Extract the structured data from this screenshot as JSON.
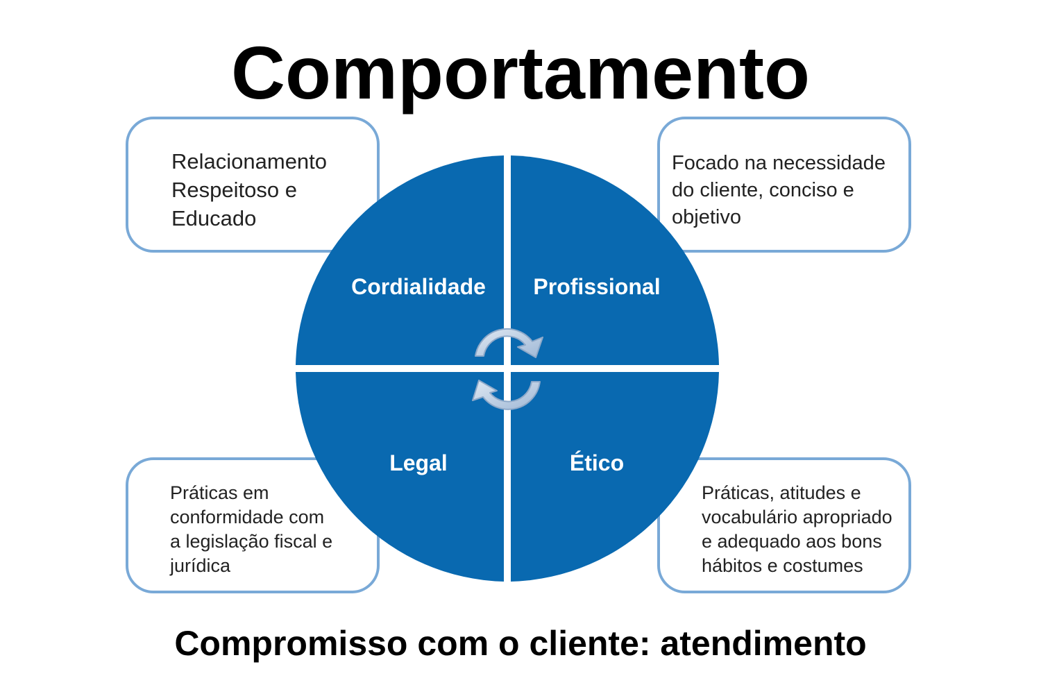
{
  "title": "Comportamento",
  "footer": "Compromisso com o cliente: atendimento",
  "colors": {
    "quadrant_fill": "#0969b0",
    "box_border": "#79a9d7",
    "quadrant_text": "#ffffff",
    "arrow_fill": "#b8cde4"
  },
  "icons": [
    "cycle-arrow-top-icon",
    "cycle-arrow-bottom-icon"
  ],
  "quadrants": {
    "top_left": {
      "label": "Cordialidade",
      "description": "Relacionamento\nRespeitoso e\nEducado"
    },
    "top_right": {
      "label": "Profissional",
      "description": "Focado na necessidade\ndo cliente, conciso e\nobjetivo"
    },
    "bottom_left": {
      "label": "Legal",
      "description": "Práticas em\nconformidade com\na legislação fiscal e\njurídica"
    },
    "bottom_right": {
      "label": "Ético",
      "description": "Práticas, atitudes e\nvocabulário apropriado\ne adequado aos bons\nhábitos e costumes"
    }
  }
}
